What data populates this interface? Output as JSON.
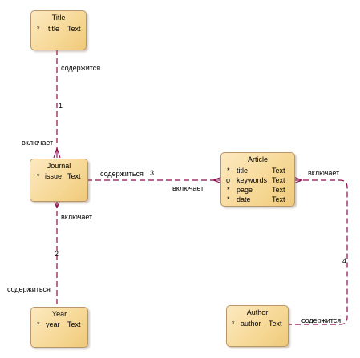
{
  "entities": {
    "title": {
      "name": "Title",
      "attrs": [
        {
          "marker": "*",
          "name": "title",
          "type": "Text"
        }
      ]
    },
    "journal": {
      "name": "Journal",
      "attrs": [
        {
          "marker": "*",
          "name": "issue",
          "type": "Text"
        }
      ]
    },
    "year": {
      "name": "Year",
      "attrs": [
        {
          "marker": "*",
          "name": "year",
          "type": "Text"
        }
      ]
    },
    "article": {
      "name": "Article",
      "attrs": [
        {
          "marker": "*",
          "name": "title",
          "type": "Text"
        },
        {
          "marker": "o",
          "name": "keywords",
          "type": "Text"
        },
        {
          "marker": "*",
          "name": "page",
          "type": "Text"
        },
        {
          "marker": "*",
          "name": "date",
          "type": "Text"
        }
      ]
    },
    "author": {
      "name": "Author",
      "attrs": [
        {
          "marker": "*",
          "name": "author",
          "type": "Text"
        }
      ]
    }
  },
  "relationships": {
    "r1": {
      "number": "1",
      "label_top": "содержится",
      "label_bottom": "включает"
    },
    "r2": {
      "number": "2",
      "label_top": "включает",
      "label_bottom": "содержиться"
    },
    "r3": {
      "number": "3",
      "label_left": "содержиться",
      "label_right": "включает"
    },
    "r4": {
      "number": "4",
      "label_top": "включает",
      "label_bottom": "содержится"
    }
  },
  "colors": {
    "relationship_line": "#8a0f4e",
    "entity_fill": "#f6d895",
    "entity_border": "#b9956a"
  }
}
